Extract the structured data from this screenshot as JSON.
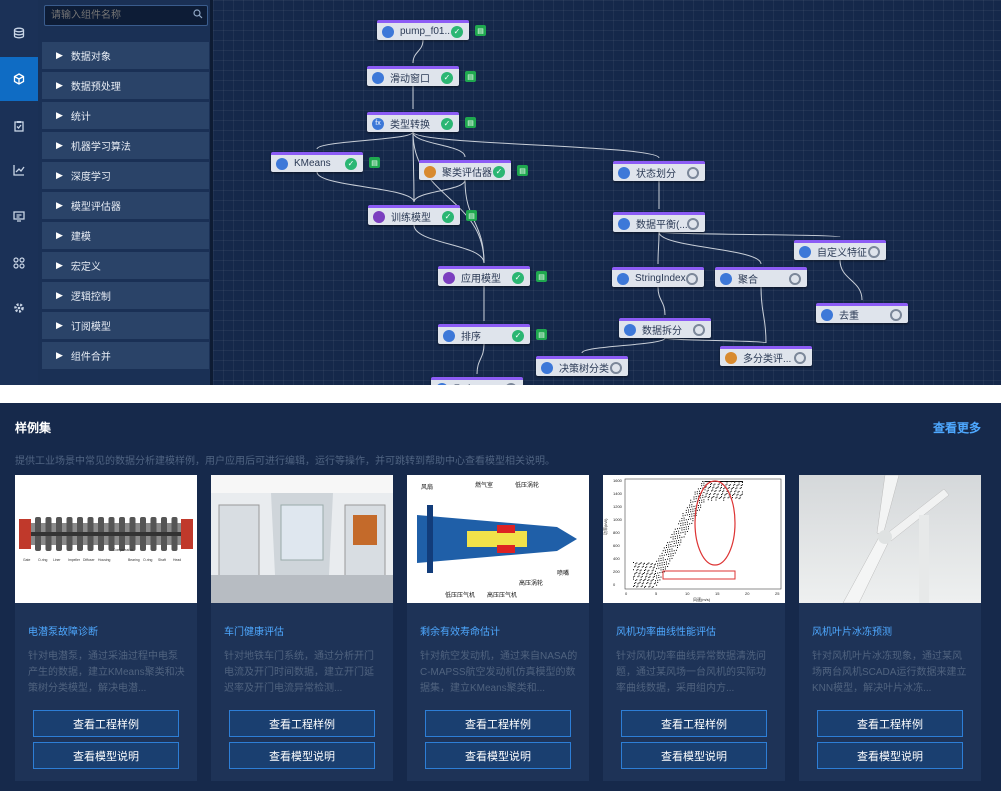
{
  "sidebar": {
    "search_placeholder": "请输入组件名称",
    "categories": [
      "数据对象",
      "数据预处理",
      "统计",
      "机器学习算法",
      "深度学习",
      "模型评估器",
      "建模",
      "宏定义",
      "逻辑控制",
      "订阅模型",
      "组件合并"
    ]
  },
  "icons": [
    "database-icon",
    "cube-icon",
    "clipboard-check-icon",
    "line-chart-icon",
    "monitor-icon",
    "grid-icon",
    "gear-icon"
  ],
  "canvas": {
    "nodes": [
      {
        "label": "pump_f01..."
      },
      {
        "label": "滑动窗口"
      },
      {
        "label": "类型转换"
      },
      {
        "label": "KMeans"
      },
      {
        "label": "聚类评估器"
      },
      {
        "label": "状态划分"
      },
      {
        "label": "训练模型"
      },
      {
        "label": "数据平衡(..."
      },
      {
        "label": "自定义特征"
      },
      {
        "label": "应用模型"
      },
      {
        "label": "StringIndex"
      },
      {
        "label": "聚合"
      },
      {
        "label": "去重"
      },
      {
        "label": "排序"
      },
      {
        "label": "数据拆分"
      },
      {
        "label": "多分类评..."
      },
      {
        "label": "决策树分类"
      },
      {
        "label": "聚合..."
      }
    ]
  },
  "examples": {
    "title": "样例集",
    "more": "查看更多",
    "description": "提供工业场景中常见的数据分析建模样例，用户应用后可进行编辑，运行等操作，并可跳转到帮助中心查看模型相关说明。",
    "cards": [
      {
        "title": "电潜泵故障诊断",
        "desc": "针对电潜泵，通过采油过程中电泵产生的数据，建立KMeans聚类和决策树分类模型，解决电潜...",
        "btn1": "查看工程样例",
        "btn2": "查看模型说明"
      },
      {
        "title": "车门健康评估",
        "desc": "针对地铁车门系统，通过分析开门电流及开门时间数据，建立开门延迟率及开门电流异常检测...",
        "btn1": "查看工程样例",
        "btn2": "查看模型说明"
      },
      {
        "title": "剩余有效寿命估计",
        "desc": "针对航空发动机，通过来自NASA的C-MAPSS航空发动机仿真模型的数据集，建立KMeans聚类和...",
        "btn1": "查看工程样例",
        "btn2": "查看模型说明"
      },
      {
        "title": "风机功率曲线性能评估",
        "desc": "针对风机功率曲线异常数据清洗问题，通过某风场一台风机的实际功率曲线数据，采用组内方...",
        "btn1": "查看工程样例",
        "btn2": "查看模型说明"
      },
      {
        "title": "风机叶片冰冻预测",
        "desc": "针对风机叶片冰冻现象，通过某风场两台风机SCADA运行数据来建立KNN模型，解决叶片冰冻...",
        "btn1": "查看工程样例",
        "btn2": "查看模型说明"
      }
    ]
  },
  "illustrations": {
    "engine_labels": [
      "风扇",
      "燃气室",
      "低压涡轮",
      "喷嘴",
      "高压涡轮",
      "低压压气机",
      "高压压气机"
    ],
    "scatter_ylabel": "功率(kW)",
    "scatter_xlabel": "风速(m/s)",
    "scatter_yticks": [
      "1600",
      "1400",
      "1200",
      "1000",
      "800",
      "600",
      "400",
      "200",
      "0"
    ],
    "scatter_xticks": [
      "0",
      "5",
      "10",
      "15",
      "20",
      "25"
    ],
    "pump_labels": [
      "Gate",
      "O-ring",
      "Liner",
      "Impeller",
      "Diffuser",
      "Housing",
      "Compression",
      "Bearing",
      "O-ring",
      "Shaft",
      "Head"
    ]
  }
}
